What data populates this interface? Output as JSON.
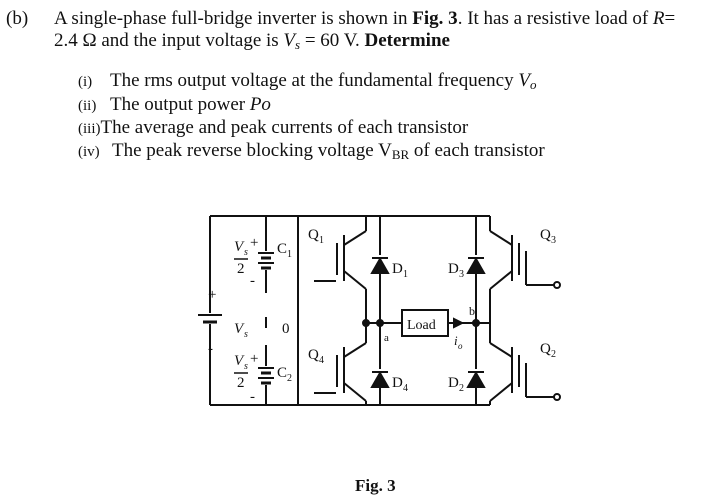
{
  "question": {
    "label": "(b)",
    "line1_pre": "A single-phase full-bridge inverter is shown in ",
    "fig_ref": "Fig. 3",
    "line1_post": ". It has a resistive load of ",
    "R_symbol": "R",
    "line1_end": "=",
    "line2_pre": "2.4 Ω and the input voltage is ",
    "Vs_symbol": "V",
    "Vs_sub": "s",
    "line2_mid": " = 60 V. ",
    "determine": "Determine"
  },
  "parts": [
    {
      "num": "(i)",
      "text": "The rms output voltage at the fundamental frequency ",
      "sym": "V",
      "sub": "o"
    },
    {
      "num": "(ii)",
      "text": "The output power ",
      "sym": "Po"
    },
    {
      "num": "(iii)",
      "text": "The average and peak currents of each transistor"
    },
    {
      "num": "(iv)",
      "text": "The peak reverse blocking voltage ",
      "sym": "V",
      "sub": "BR",
      "tail": " of each transistor"
    }
  ],
  "circuit": {
    "vs_half_top_V": "V",
    "vs_half_top_sub": "s",
    "vs_half_top_den": "2",
    "vs_half_bot_V": "V",
    "vs_half_bot_sub": "s",
    "vs_half_bot_den": "2",
    "vs_V": "V",
    "vs_sub": "s",
    "plus": "+",
    "minus": "-",
    "zero": "0",
    "C1": "C",
    "C1_sub": "1",
    "C2": "C",
    "C2_sub": "2",
    "Q1": "Q",
    "Q1_sub": "1",
    "Q2": "Q",
    "Q2_sub": "2",
    "Q3": "Q",
    "Q3_sub": "3",
    "Q4": "Q",
    "Q4_sub": "4",
    "D1": "D",
    "D1_sub": "1",
    "D2": "D",
    "D2_sub": "2",
    "D3": "D",
    "D3_sub": "3",
    "D4": "D",
    "D4_sub": "4",
    "load": "Load",
    "node_a": "a",
    "node_b": "b",
    "io": "i",
    "io_sub": "o"
  },
  "figure_caption": "Fig. 3"
}
